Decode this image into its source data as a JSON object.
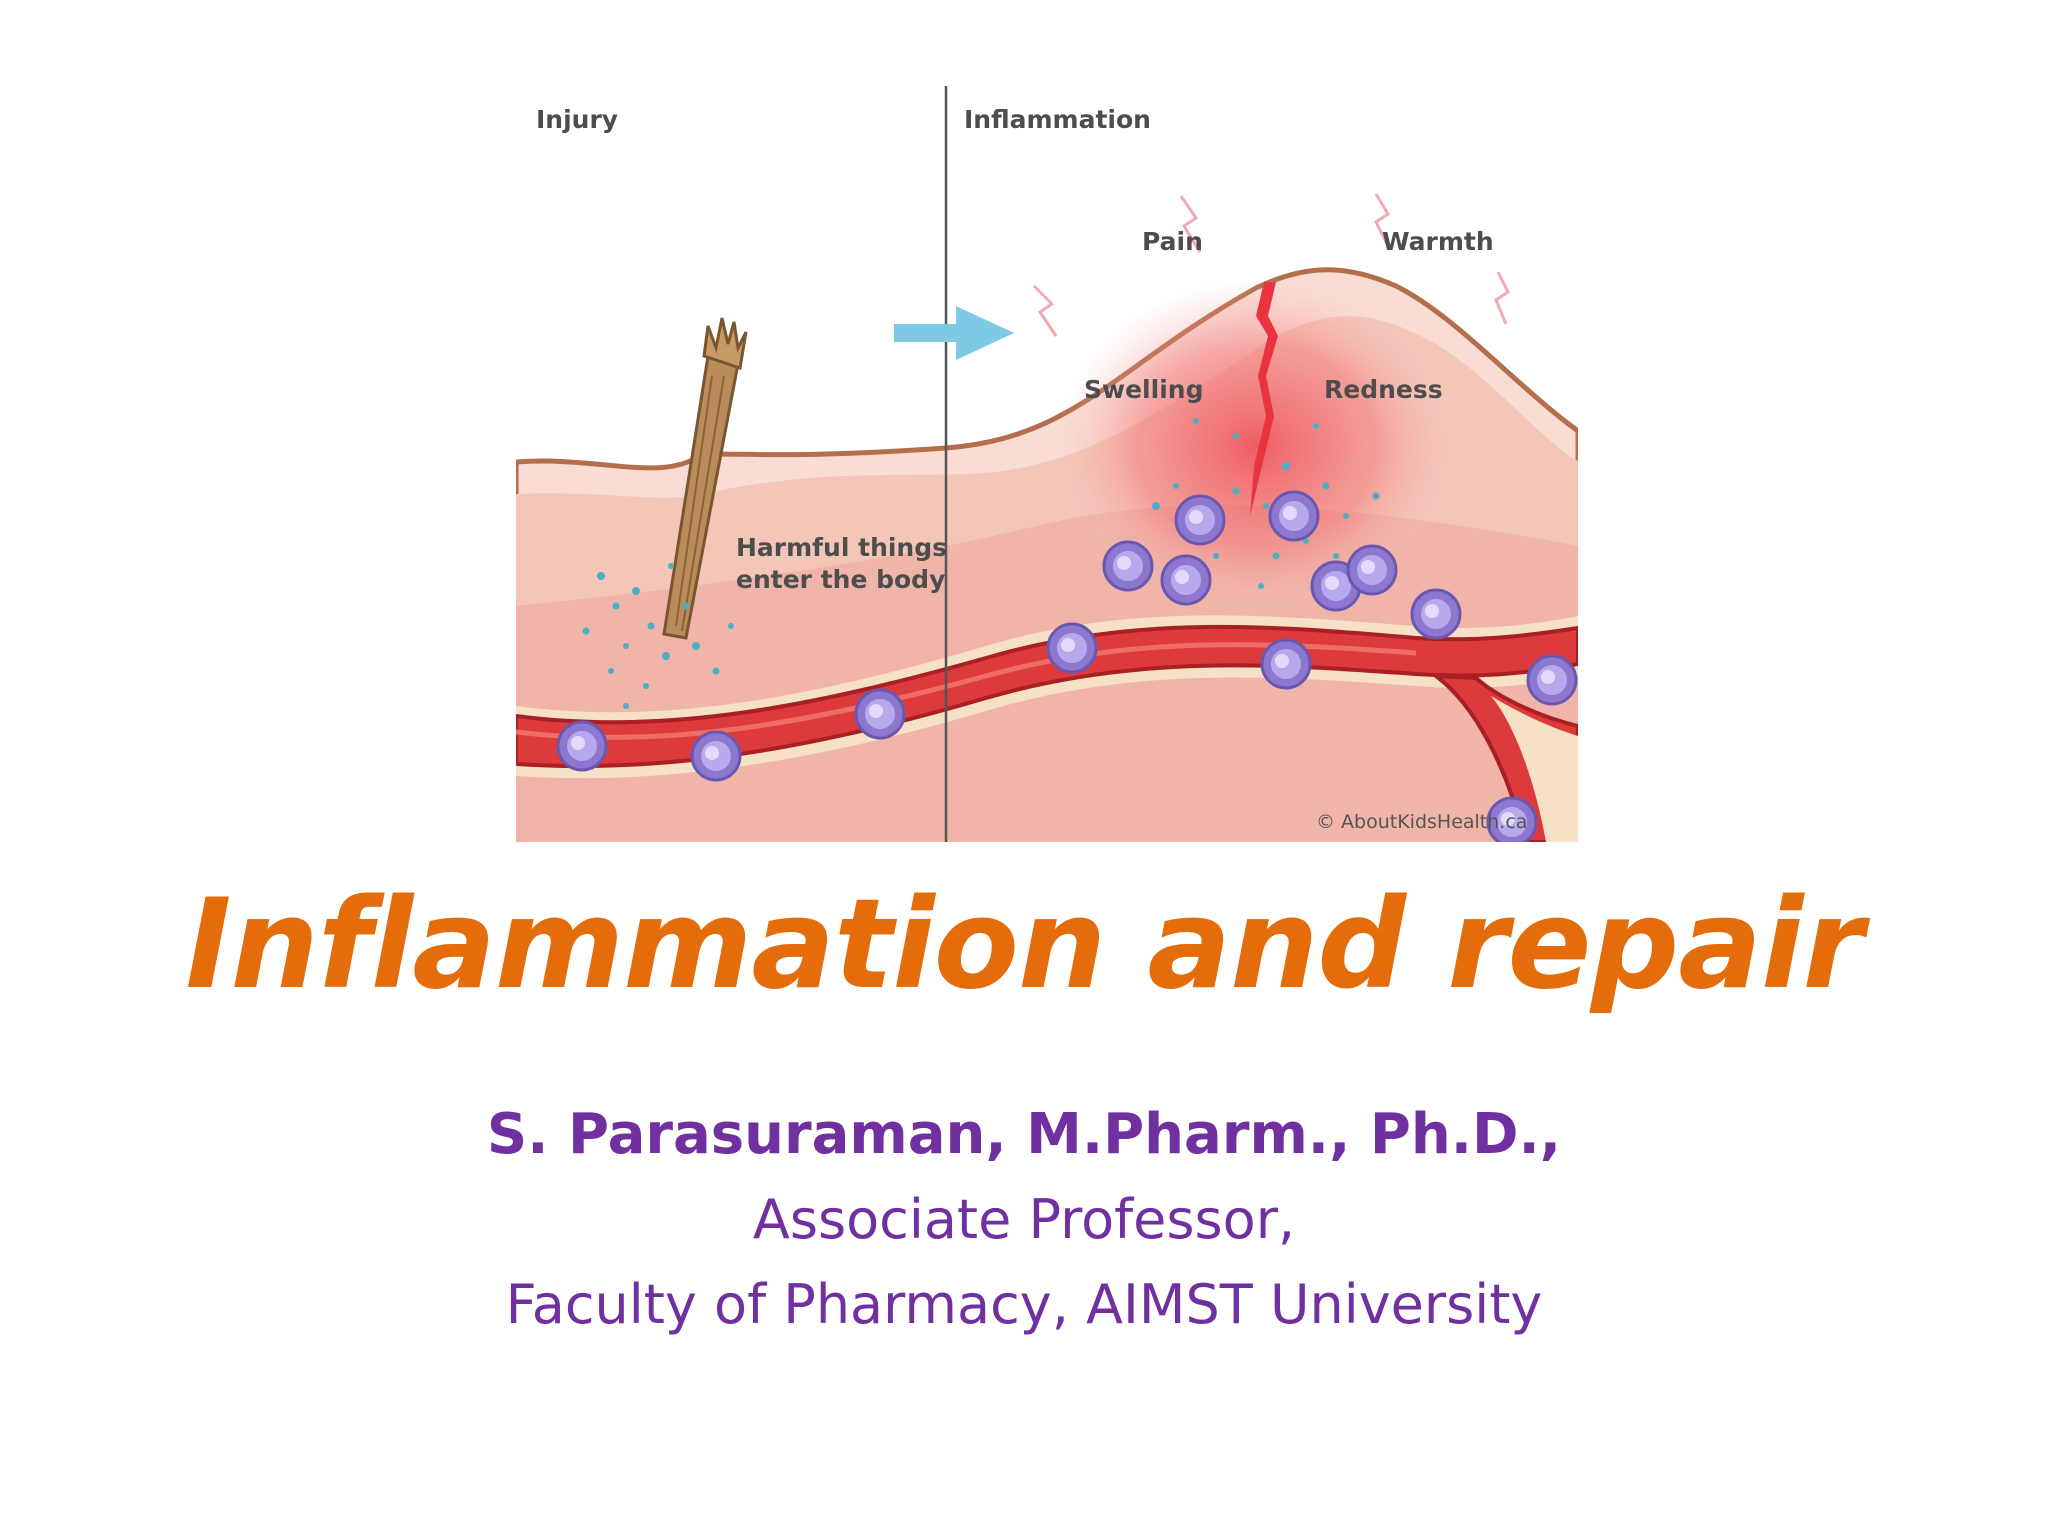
{
  "figure": {
    "panel_left_title": "Injury",
    "panel_right_title": "Inflammation",
    "label_harmful_line1": "Harmful things",
    "label_harmful_line2": "enter the body",
    "label_pain": "Pain",
    "label_warmth": "Warmth",
    "label_swelling": "Swelling",
    "label_redness": "Redness",
    "credit": "© AboutKidsHealth.ca",
    "icons": [
      "arrow-right-icon",
      "splinter-icon",
      "white-blood-cell-icon",
      "blood-vessel-icon",
      "pain-spark-icon"
    ]
  },
  "title": "Inflammation and repair",
  "author": {
    "name": "S. Parasuraman, M.Pharm., Ph.D.,",
    "role": "Associate Professor,",
    "affiliation": "Faculty of Pharmacy, AIMST University"
  },
  "colors": {
    "title": "#E46C0A",
    "author": "#7030A0",
    "skin_outer": "#f7d6cd",
    "skin_inner": "#f3c3b6",
    "vessel": "#d93a3a",
    "cell": "#9b87d8",
    "arrow": "#7ec9e4"
  }
}
